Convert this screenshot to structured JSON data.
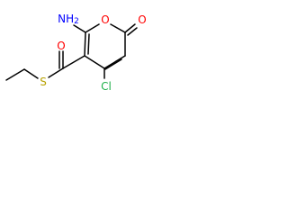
{
  "atoms": {
    "amino": "NH",
    "amino_sub": "2",
    "ring_oxygen": "O",
    "carbonyl_oxygen": "O",
    "thioester_oxygen": "O",
    "sulfur": "S",
    "chlorine": "Cl"
  },
  "colors": {
    "bond": "#000000",
    "nitrogen": "#0000ff",
    "oxygen": "#ff0000",
    "sulfur": "#b8a100",
    "chlorine": "#22b14c"
  }
}
